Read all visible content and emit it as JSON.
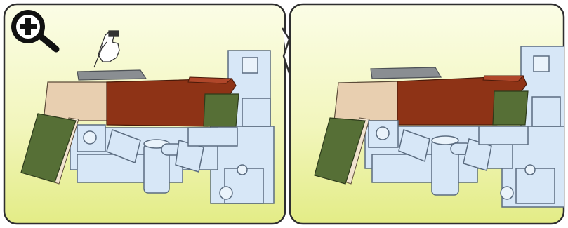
{
  "panels": [
    {
      "id": "before",
      "zoom_icon": "zoom-in-icon",
      "pointer": "pointing-hand-icon",
      "flap_state": "pressed"
    },
    {
      "id": "after",
      "zoom_icon": null,
      "pointer": null,
      "flap_state": "released"
    }
  ],
  "step_arrow": "chevron-right-icon",
  "colors": {
    "panel_border": "#2f2f2f",
    "bg_top": "#fbfde6",
    "bg_bottom": "#e3ec86",
    "tan_block": "#e8cfb0",
    "brown_block": "#8e3316",
    "olive_block": "#566f36",
    "frame": "#d7e7f7",
    "frame_edge": "#5b6c80",
    "dark_gray": "#8a8e92"
  }
}
